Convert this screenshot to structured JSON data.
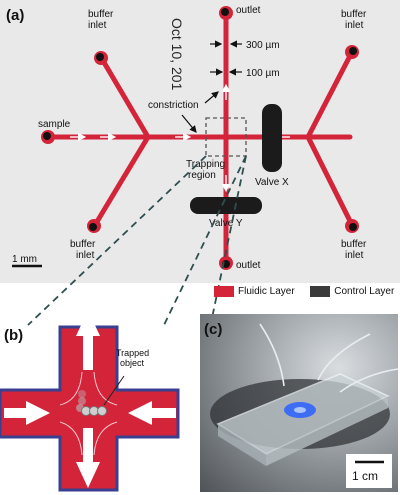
{
  "panel_a": {
    "tag": "(a)",
    "watermark": "Oct 10, 201",
    "labels": {
      "outlet_top": "outlet",
      "outlet_bottom": "outlet",
      "buffer_inlet_tl": "buffer\ninlet",
      "buffer_inlet_tr": "buffer\ninlet",
      "buffer_inlet_bl": "buffer\ninlet",
      "buffer_inlet_br": "buffer\ninlet",
      "sample": "sample",
      "dim_300": "300 µm",
      "dim_100": "100 µm",
      "constriction": "constriction",
      "trapping_region": "Trapping\nregion",
      "valve_x": "Valve X",
      "valve_y": "Valve Y",
      "scale_bar": "1 mm"
    }
  },
  "legend": {
    "fluidic_label": "Fluidic Layer",
    "control_label": "Control Layer",
    "fluidic_color": "#d3243a",
    "control_color": "#3a3a3a"
  },
  "panel_b": {
    "tag": "(b)",
    "trapped_label": "Trapped\nobject"
  },
  "panel_c": {
    "tag": "(c)",
    "scale_bar": "1 cm"
  },
  "colors": {
    "channel": "#d3243a",
    "valve": "#1b1b1b",
    "background_a": "#e9e9ea",
    "cross_border": "#3a3f8f"
  }
}
